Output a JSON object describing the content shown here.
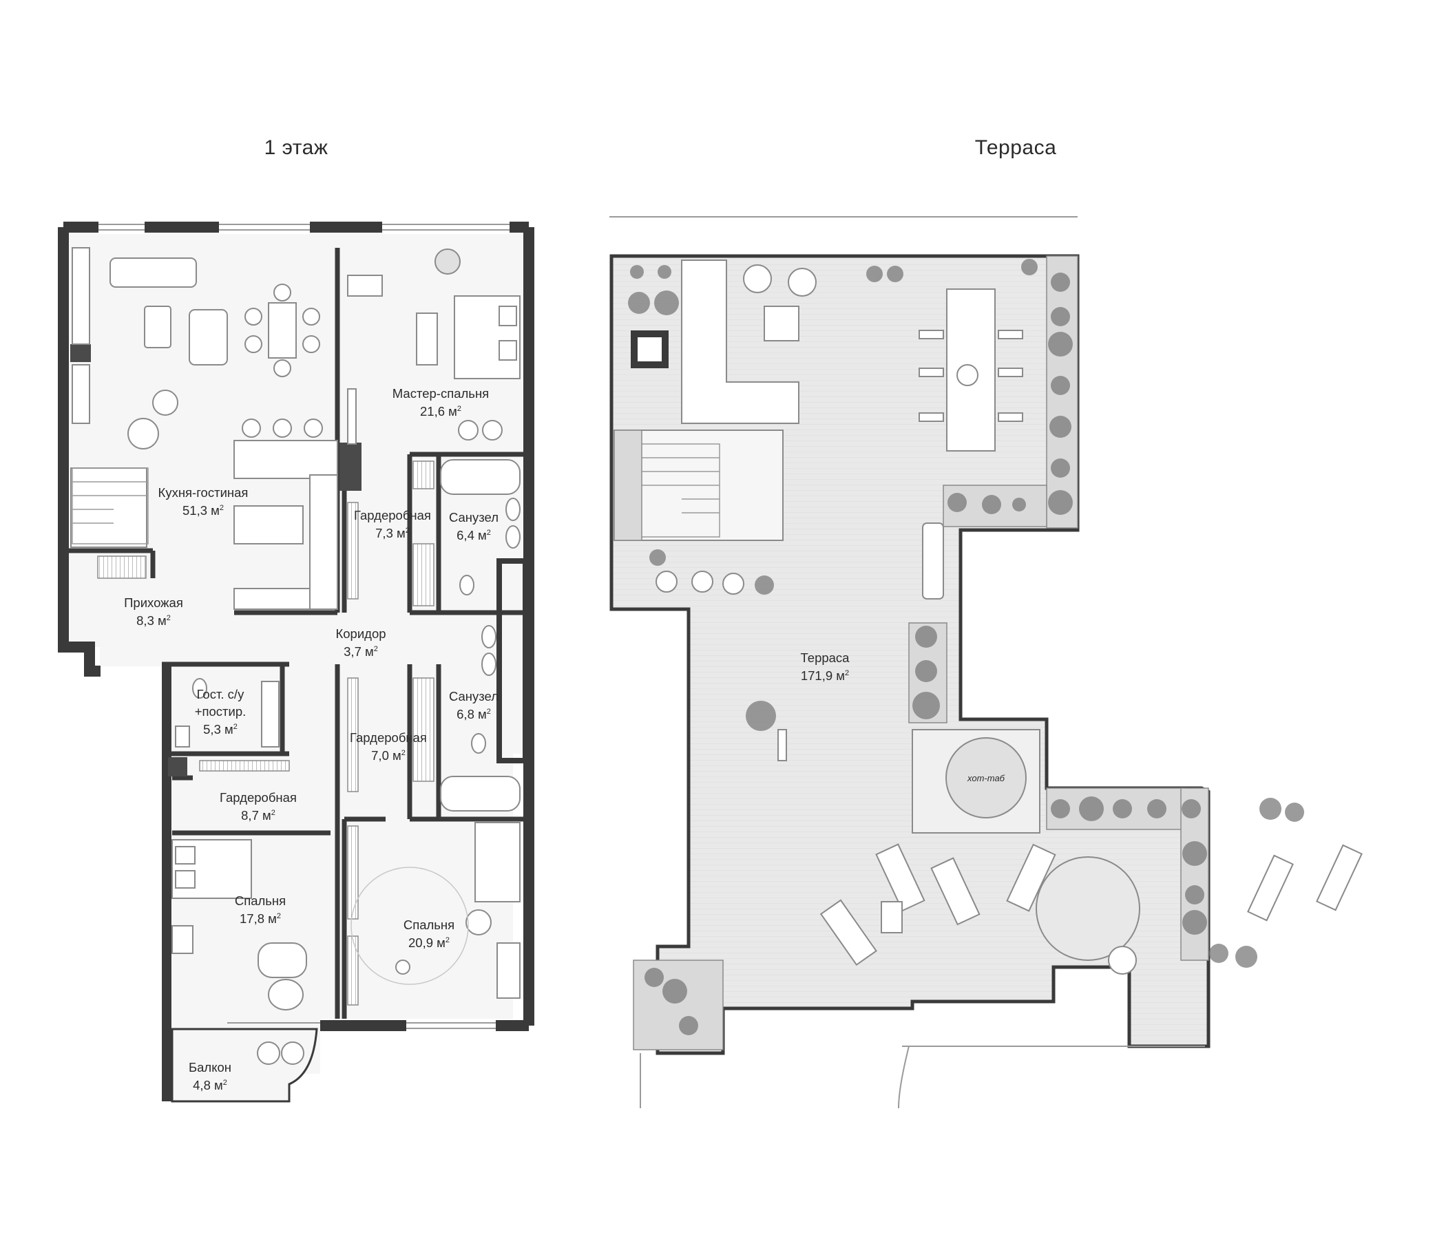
{
  "plans": {
    "floor1_title": "1 этаж",
    "terrace_title": "Терраса"
  },
  "rooms": [
    {
      "id": "kitchen",
      "name": "Кухня-гостиная",
      "area": "51,3 м"
    },
    {
      "id": "master",
      "name": "Мастер-спальня",
      "area": "21,6 м"
    },
    {
      "id": "hall",
      "name": "Прихожая",
      "area": "8,3 м"
    },
    {
      "id": "ward1",
      "name": "Гардеробная",
      "area": "7,3 м"
    },
    {
      "id": "bath1",
      "name": "Санузел",
      "area": "6,4 м"
    },
    {
      "id": "corridor",
      "name": "Коридор",
      "area": "3,7 м"
    },
    {
      "id": "guestwc",
      "name": "Гост. с/у",
      "name2": "+постир.",
      "area": "5,3 м"
    },
    {
      "id": "bath2",
      "name": "Санузел",
      "area": "6,8 м"
    },
    {
      "id": "ward2",
      "name": "Гардеробная",
      "area": "7,0 м"
    },
    {
      "id": "ward3",
      "name": "Гардеробная",
      "area": "8,7 м"
    },
    {
      "id": "bed1",
      "name": "Спальня",
      "area": "17,8 м"
    },
    {
      "id": "bed2",
      "name": "Спальня",
      "area": "20,9 м"
    },
    {
      "id": "balcony",
      "name": "Балкон",
      "area": "4,8 м"
    },
    {
      "id": "terrace",
      "name": "Терраса",
      "area": "171,9 м"
    }
  ],
  "area_unit_superscript": "2",
  "hot_tub_label": "хот-таб",
  "colors": {
    "wall": "#3a3a3a",
    "wall_fill": "#5a5a5a",
    "floor": "#f3f3f3",
    "deck": "#e6e6e6",
    "furniture": "#8a8a8a",
    "plant": "#6f6f6f"
  }
}
